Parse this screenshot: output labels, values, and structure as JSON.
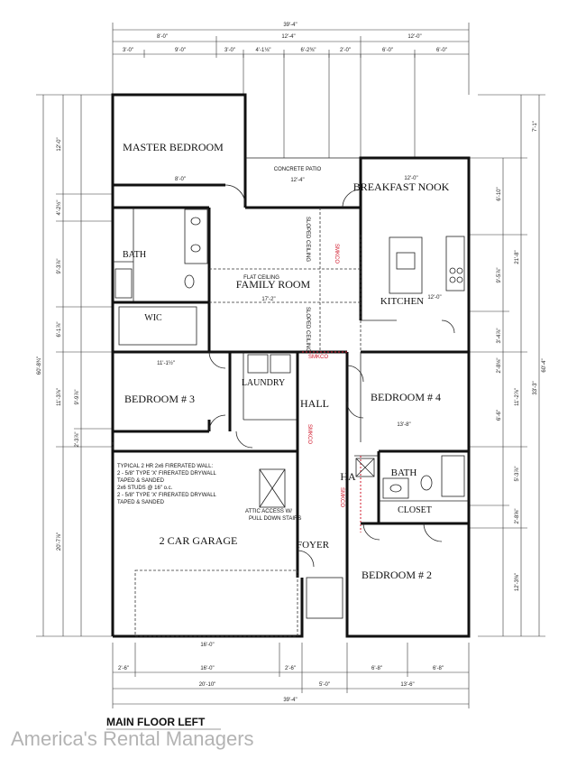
{
  "rooms": {
    "master_bedroom": "MASTER BEDROOM",
    "breakfast_nook": "BREAKFAST NOOK",
    "concrete_patio": "CONCRETE PATIO",
    "bath_master": "BATH",
    "flat_ceiling": "FLAT CEILING",
    "family_room": "FAMILY ROOM",
    "kitchen": "KITCHEN",
    "wic": "WIC",
    "sloped_ceiling_1": "SLOPED CEILING",
    "sloped_ceiling_2": "SLOPED CEILING",
    "laundry": "LAUNDRY",
    "bedroom3": "BEDROOM # 3",
    "hall": "HALL",
    "bedroom4": "BEDROOM # 4",
    "hall2": "HA",
    "bath2": "BATH",
    "closet": "CLOSET",
    "garage": "2 CAR GARAGE",
    "foyer": "FOYER",
    "bedroom2": "BEDROOM # 2"
  },
  "notes": {
    "wall_note": [
      "TYPICAL 2 HR 2x6 FIRERATED WALL:",
      "2 - 5/8\" TYPE 'X' FIRERATED DRYWALL",
      "TAPED & SANDED",
      "2x6 STUDS @ 16\" o.c.",
      "2 - 5/8\" TYPE 'X' FIRERATED DRYWALL",
      "TAPED & SANDED"
    ],
    "attic": [
      "ATTIC ACCESS W/",
      "PULL DOWN STAIRS"
    ],
    "smoke": [
      "SMKCO",
      "SMKCO",
      "SMKCO",
      "SMKCO"
    ]
  },
  "dims": {
    "top_overall": "39'-4\"",
    "top_left": "8'-0\"",
    "top_mid": "12'-4\"",
    "top_right": "12'-0\"",
    "row3": [
      "3'-0\"",
      "9'-0\"",
      "3'-0\"",
      "4'-1⅛\"",
      "6'-2⅜\"",
      "2'-0\"",
      "6'-0\"",
      "6'-0\""
    ],
    "patio_width": "12'-4\"",
    "master_inner": "8'-0\"",
    "nook_width": "12'-0\"",
    "family_width": "17'-2\"",
    "kitchen_w": "12'-0\"",
    "bed3_width": "11'-1½\"",
    "bed4_width": "13'-8\"",
    "left_overall": "60'-8¾\"",
    "right_overall": "60'-4\"",
    "left_col": [
      "12'-0\"",
      "4'-2½\"",
      "9'-3⅞\"",
      "6'-1⅞\"",
      "11'-3⅞\"",
      "20'-7⅞\""
    ],
    "left_inner": [
      "9'-9⅞\"",
      "2'-3⅞\""
    ],
    "right_col": [
      "7'-1\"",
      "6'-10\"",
      "21'-8\"",
      "9'-5⅞\"",
      "3'-4⅞\"",
      "2'-8⅛\"",
      "11'-2⅞\"",
      "6'-6\"",
      "5'-3⅞\"",
      "2'-8⅝\"",
      "12'-3⅜\""
    ],
    "right_overall2": "33'-3\"",
    "bottom_row1": [
      "2'-6\"",
      "16'-0\"",
      "2'-6\"",
      "6'-8\"",
      "6'-8\""
    ],
    "bottom_row2": [
      "20'-10\"",
      "5'-0\"",
      "13'-6\""
    ],
    "bottom_overall": "39'-4\"",
    "garage_door": "16'-0\""
  },
  "title": "MAIN FLOOR LEFT",
  "watermark": "America's Rental Managers"
}
